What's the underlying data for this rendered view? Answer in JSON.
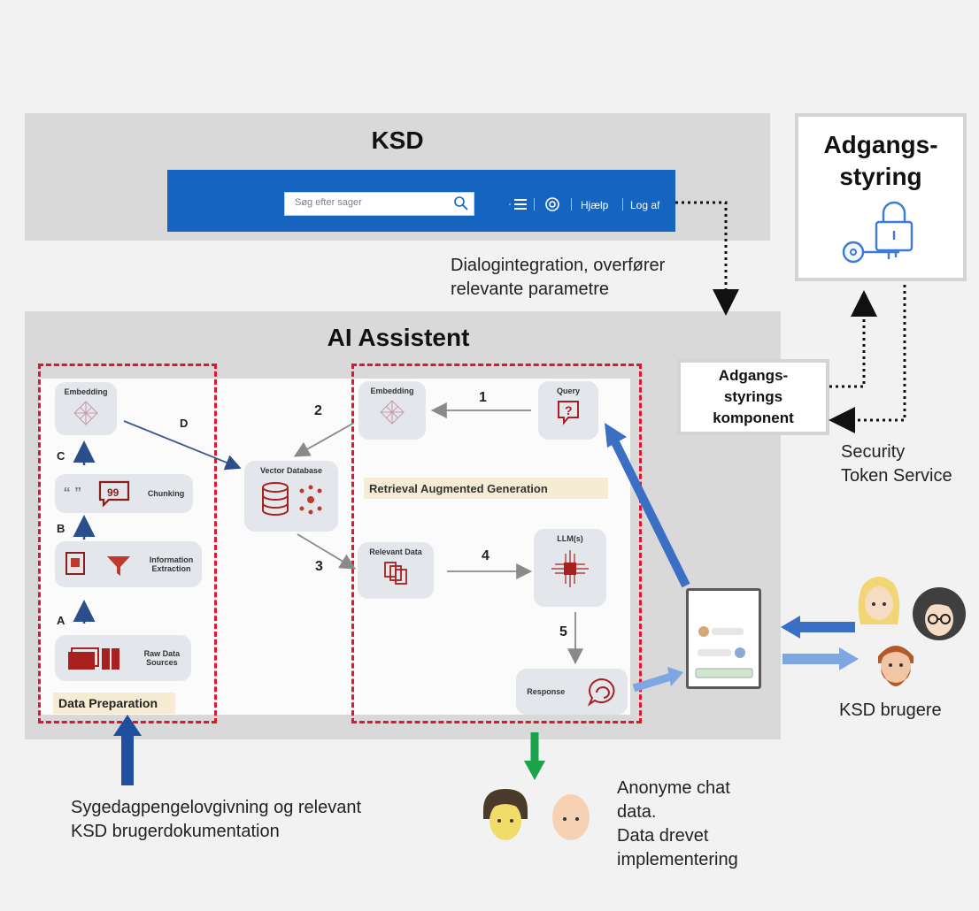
{
  "ksd": {
    "title": "KSD",
    "search_placeholder": "Søg efter sager",
    "help_label": "Hjælp",
    "logout_label": "Log af"
  },
  "dialog_label_line1": "Dialogintegration, overfører",
  "dialog_label_line2": "relevante parametre",
  "access_control": {
    "title_line1": "Adgangs-",
    "title_line2": "styring"
  },
  "component": {
    "line1": "Adgangs-",
    "line2": "styrings",
    "line3": "komponent"
  },
  "sts": {
    "line1": "Security",
    "line2": "Token Service"
  },
  "assistant": {
    "title": "AI Assistent"
  },
  "data_prep": {
    "embedding": "Embedding",
    "chunking": "Chunking",
    "info_extraction_line1": "Information",
    "info_extraction_line2": "Extraction",
    "raw_data_line1": "Raw Data",
    "raw_data_line2": "Sources",
    "section_label": "Data Preparation",
    "steps": {
      "a": "A",
      "b": "B",
      "c": "C",
      "d": "D"
    }
  },
  "vector_db": "Vector Database",
  "rag": {
    "embedding": "Embedding",
    "query": "Query",
    "relevant_data": "Relevant Data",
    "llm": "LLM(s)",
    "response": "Response",
    "banner": "Retrieval Augmented Generation",
    "steps": {
      "s1": "1",
      "s2": "2",
      "s3": "3",
      "s4": "4",
      "s5": "5"
    }
  },
  "users_label": "KSD brugere",
  "legislation_line1": "Sygedagpengelovgivning og relevant",
  "legislation_line2": "KSD brugerdokumentation",
  "anon_line1": "Anonyme chat",
  "anon_line2": "data.",
  "anon_line3": "Data drevet",
  "anon_line4": "implementering",
  "colors": {
    "dashed": "#e0152e",
    "ksd_bar": "#1565c0",
    "arrow_blue": "#3a6fc4",
    "arrow_light": "#7ea6e0",
    "arrow_green": "#1aa34a"
  }
}
